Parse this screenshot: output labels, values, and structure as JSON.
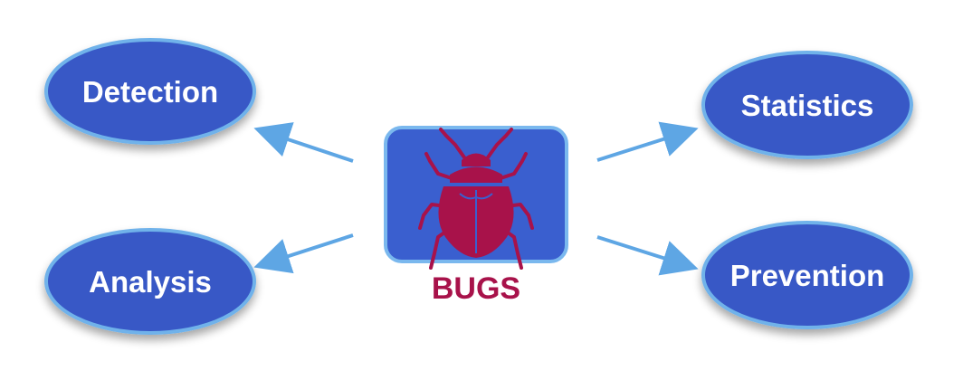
{
  "center": {
    "label": "BUGS",
    "icon": "beetle-icon"
  },
  "nodes": [
    {
      "id": "detection",
      "label": "Detection"
    },
    {
      "id": "statistics",
      "label": "Statistics"
    },
    {
      "id": "analysis",
      "label": "Analysis"
    },
    {
      "id": "prevention",
      "label": "Prevention"
    }
  ],
  "colors": {
    "node_fill": "#3758c6",
    "node_stroke": "#6fb2ea",
    "box_fill": "#3a5fcf",
    "box_stroke": "#7ab8ee",
    "arrow": "#5ea6e4",
    "bug": "#a8124a",
    "label_text": "#ffffff",
    "center_text": "#a8124a"
  }
}
